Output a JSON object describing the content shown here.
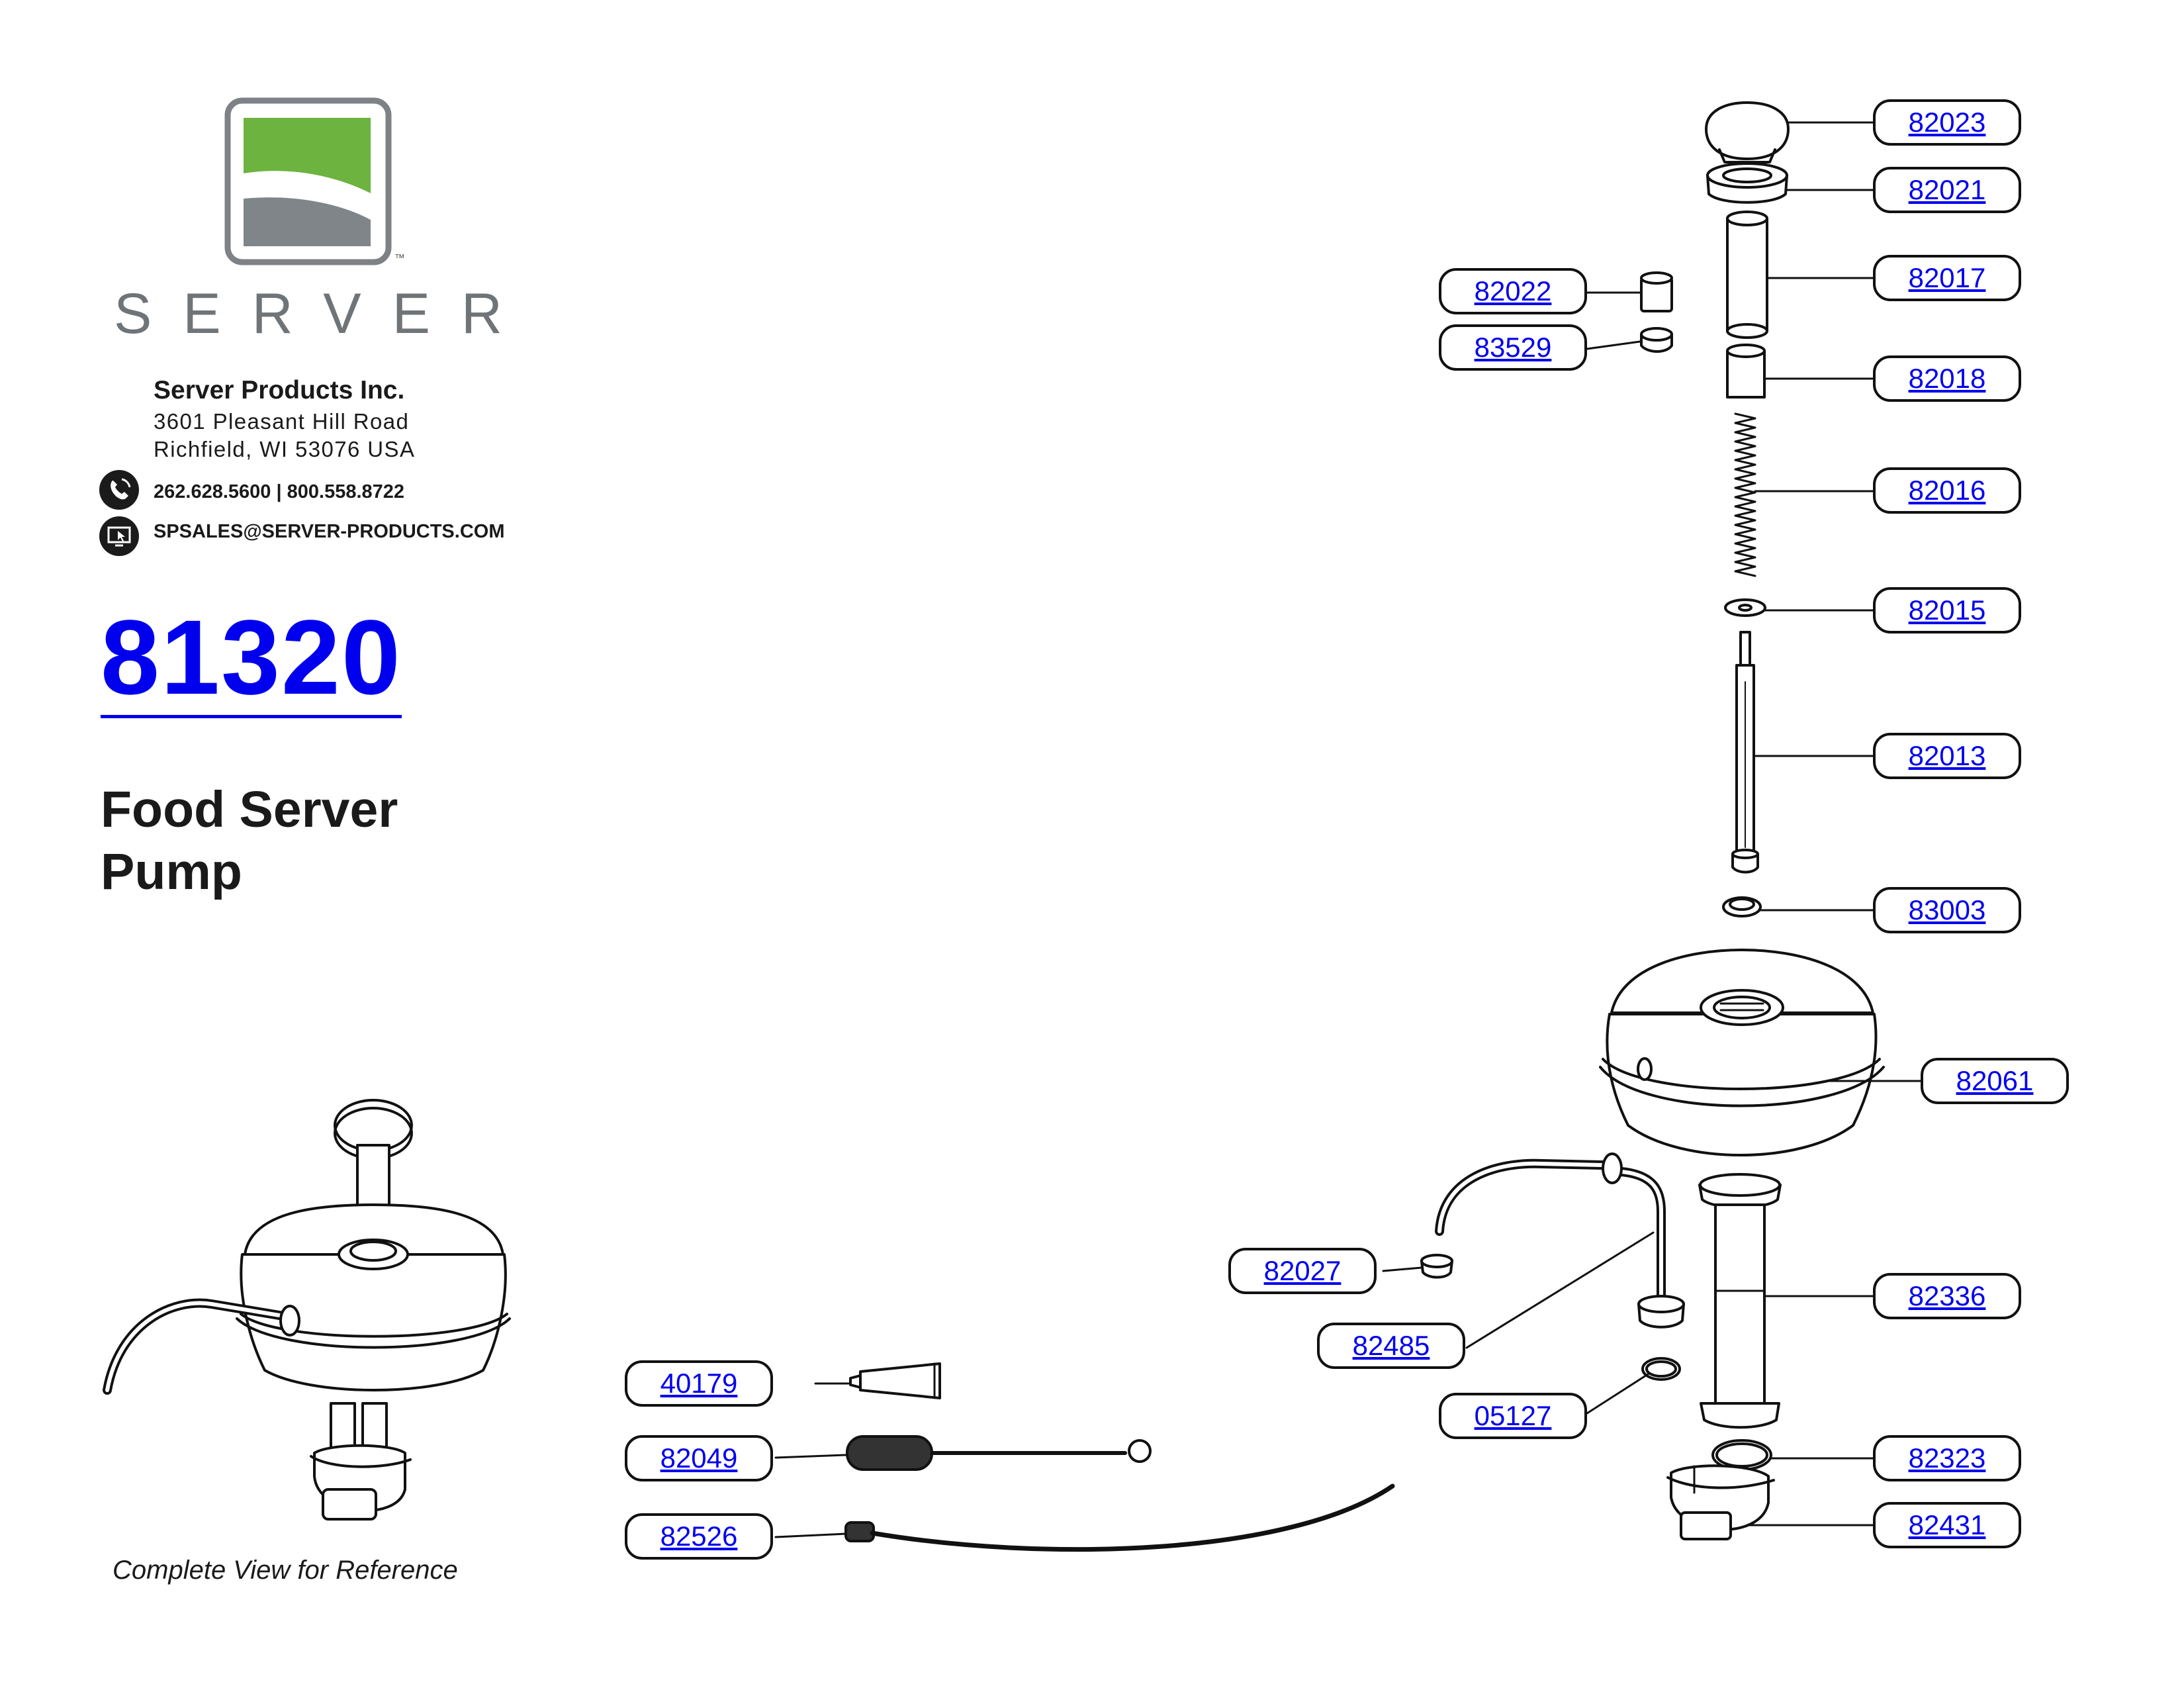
{
  "logo": {
    "brand_text": "SERVER",
    "trademark": "™",
    "colors": {
      "frame": "#7e8287",
      "green": "#6cb33f",
      "gray": "#80858a"
    }
  },
  "company": {
    "name": "Server Products Inc.",
    "address_line1": "3601 Pleasant Hill Road",
    "address_line2": "Richfield, WI  53076 USA",
    "phone": "262.628.5600 | 800.558.8722",
    "email": "SPSALES@SERVER-PRODUCTS.COM",
    "phone_icon": "phone-icon",
    "web_icon": "monitor-cursor-icon"
  },
  "model_number": "81320",
  "product_name_line1": "Food Server",
  "product_name_line2": "Pump",
  "reference_caption": "Complete View for Reference",
  "link_color": "#0000ee",
  "parts": [
    {
      "id": "82023"
    },
    {
      "id": "82021"
    },
    {
      "id": "82017"
    },
    {
      "id": "82022"
    },
    {
      "id": "83529"
    },
    {
      "id": "82018"
    },
    {
      "id": "82016"
    },
    {
      "id": "82015"
    },
    {
      "id": "82013"
    },
    {
      "id": "83003"
    },
    {
      "id": "82061"
    },
    {
      "id": "82027"
    },
    {
      "id": "82336"
    },
    {
      "id": "82485"
    },
    {
      "id": "40179"
    },
    {
      "id": "05127"
    },
    {
      "id": "82049"
    },
    {
      "id": "82323"
    },
    {
      "id": "82431"
    },
    {
      "id": "82526"
    }
  ]
}
